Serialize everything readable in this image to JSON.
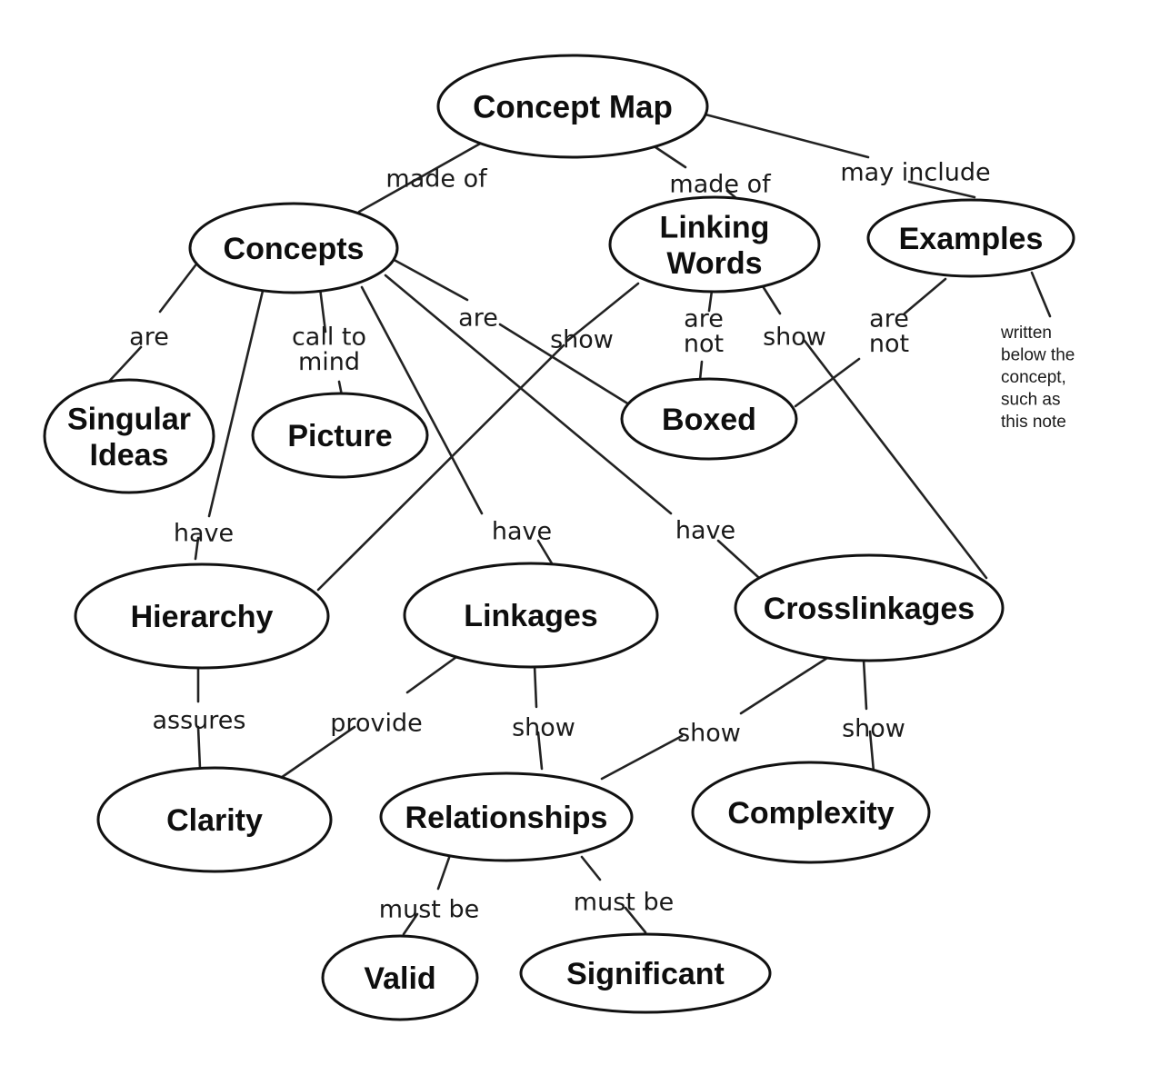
{
  "nodes": {
    "concept_map": [
      "Concept Map"
    ],
    "concepts": [
      "Concepts"
    ],
    "linking_words": [
      "Linking",
      "Words"
    ],
    "examples": [
      "Examples"
    ],
    "singular_ideas": [
      "Singular",
      "Ideas"
    ],
    "picture": [
      "Picture"
    ],
    "boxed": [
      "Boxed"
    ],
    "hierarchy": [
      "Hierarchy"
    ],
    "linkages": [
      "Linkages"
    ],
    "crosslinkages": [
      "Crosslinkages"
    ],
    "clarity": [
      "Clarity"
    ],
    "relationships": [
      "Relationships"
    ],
    "complexity": [
      "Complexity"
    ],
    "valid": [
      "Valid"
    ],
    "significant": [
      "Significant"
    ]
  },
  "links": {
    "made_of_concepts": [
      "made of"
    ],
    "made_of_linking": [
      "made of"
    ],
    "may_include": [
      "may include"
    ],
    "are_singular": [
      "are"
    ],
    "call_to_mind": [
      "call to",
      "mind"
    ],
    "are_boxed": [
      "are"
    ],
    "show_hierarchy": [
      "show"
    ],
    "are_not_linking": [
      "are",
      "not"
    ],
    "show_crosslinkages": [
      "show"
    ],
    "are_not_examples": [
      "are",
      "not"
    ],
    "have_hierarchy": [
      "have"
    ],
    "have_linkages": [
      "have"
    ],
    "have_crosslinkages": [
      "have"
    ],
    "assures": [
      "assures"
    ],
    "provide": [
      "provide"
    ],
    "show_linkages": [
      "show"
    ],
    "show_cross_relationships": [
      "show"
    ],
    "show_complexity": [
      "show"
    ],
    "must_be_valid": [
      "must be"
    ],
    "must_be_significant": [
      "must be"
    ]
  },
  "note": [
    "written",
    "below the",
    "concept,",
    "such as",
    "this note"
  ]
}
